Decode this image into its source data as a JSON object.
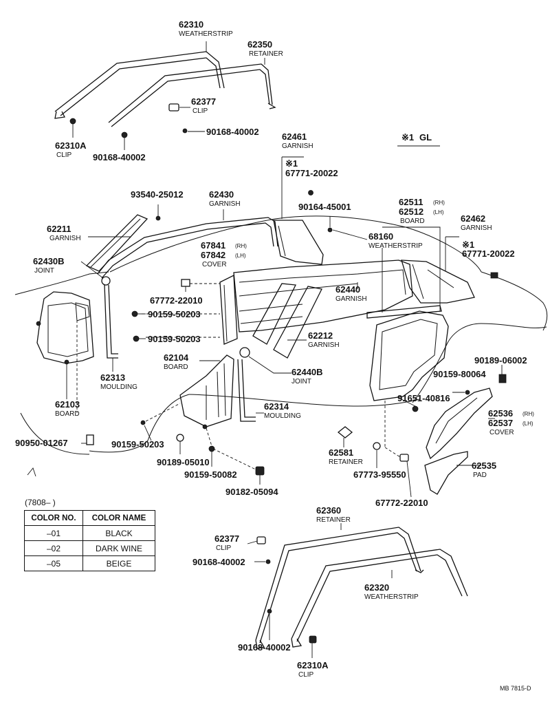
{
  "legend": {
    "mark": "※1",
    "text": "GL"
  },
  "color_table": {
    "caption": "(7808–          )",
    "headers": [
      "COLOR NO.",
      "COLOR NAME"
    ],
    "rows": [
      {
        "no": "–01",
        "name": "BLACK"
      },
      {
        "no": "–02",
        "name": "DARK WINE"
      },
      {
        "no": "–05",
        "name": "BEIGE"
      }
    ]
  },
  "footer_code": "MB 7815-D",
  "labels": {
    "p62310": "62310",
    "n62310": "WEATHERSTRIP",
    "p62350": "62350",
    "n62350": "RETAINER",
    "p62377a": "62377",
    "n62377a": "CLIP",
    "p62310Aa": "62310A",
    "n62310Aa": "CLIP",
    "p90168a": "90168-40002",
    "p90168b": "90168-40002",
    "p62461": "62461",
    "n62461": "GARNISH",
    "m67771a": "※1",
    "p67771a": "67771-20022",
    "p93540": "93540-25012",
    "p62430": "62430",
    "n62430": "GARNISH",
    "p90164": "90164-45001",
    "p62511": "62511",
    "s62511": "(RH)",
    "p62512": "62512",
    "s62512": "(LH)",
    "n62512": "BOARD",
    "p62462": "62462",
    "n62462": "GARNISH",
    "m67771b": "※1",
    "p67771b": "67771-20022",
    "p68160": "68160",
    "n68160": "WEATHERSTRIP",
    "p62211": "62211",
    "n62211": "GARNISH",
    "p67841": "67841",
    "s67841": "(RH)",
    "p67842": "67842",
    "s67842": "(LH)",
    "n67842": "COVER",
    "p62430B": "62430B",
    "n62430B": "JOINT",
    "p62440": "62440",
    "n62440": "GARNISH",
    "p67772a": "67772-22010",
    "p90159a": "90159-50203",
    "p90159b": "90159-50203",
    "p62212": "62212",
    "n62212": "GARNISH",
    "p62104": "62104",
    "n62104": "BOARD",
    "p62440B": "62440B",
    "n62440B": "JOINT",
    "p90189a": "90189-06002",
    "p90159c": "90159-80064",
    "p62313": "62313",
    "n62313": "MOULDING",
    "p91651": "91651-40816",
    "p62536": "62536",
    "s62536": "(RH)",
    "p62537": "62537",
    "s62537": "(LH)",
    "n62537": "COVER",
    "p62103": "62103",
    "n62103": "BOARD",
    "p62314": "62314",
    "n62314": "MOULDING",
    "p90950": "90950-01267",
    "p90159d": "90159-50203",
    "p90189b": "90189-05010",
    "p90159e": "90159-50082",
    "p62581": "62581",
    "n62581": "RETAINER",
    "p67773": "67773-95550",
    "p62535": "62535",
    "n62535": "PAD",
    "p90182": "90182-05094",
    "p67772b": "67772-22010",
    "p62360": "62360",
    "n62360": "RETAINER",
    "p62377b": "62377",
    "n62377b": "CLIP",
    "p90168c": "90168-40002",
    "p62320": "62320",
    "n62320": "WEATHERSTRIP",
    "p90168d": "90168-40002",
    "p62310Ab": "62310A",
    "n62310Ab": "CLIP"
  }
}
